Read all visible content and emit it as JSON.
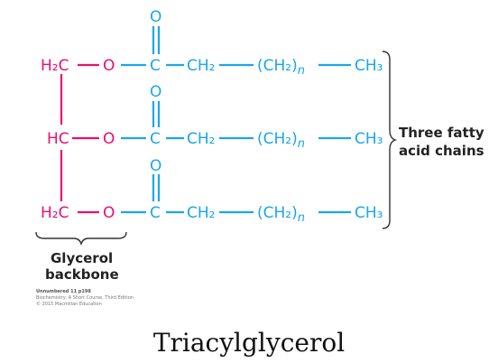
{
  "rows": [
    {
      "carbon": "H₂C",
      "oxygen": "O",
      "carbonyl_c": "C",
      "carbonyl_o": "O",
      "ch2": "CH₂",
      "chain": "(CH₂)",
      "chain_n": "n",
      "ch3": "CH₃"
    },
    {
      "carbon": "HC",
      "oxygen": "O",
      "carbonyl_c": "C",
      "carbonyl_o": "O",
      "ch2": "CH₂",
      "chain": "(CH₂)",
      "chain_n": "n",
      "ch3": "CH₃"
    },
    {
      "carbon": "H₂C",
      "oxygen": "O",
      "carbonyl_c": "C",
      "carbonyl_o": "O",
      "ch2": "CH₂",
      "chain": "(CH₂)",
      "chain_n": "n",
      "ch3": "CH₃"
    }
  ],
  "labels": {
    "fatty_acid_line1": "Three fatty",
    "fatty_acid_line2": "acid chains",
    "glycerol_line1": "Glycerol",
    "glycerol_line2": "backbone"
  },
  "credit": {
    "line1": "Unnumbered 11 p198",
    "line2": "Biochemistry: A Short Course, Third Edition",
    "line3": "© 2015 Macmillan Education"
  },
  "caption": "Triacylglycerol",
  "colors": {
    "glycerol": "#e8106f",
    "fatty_acid": "#1aa7e8"
  }
}
